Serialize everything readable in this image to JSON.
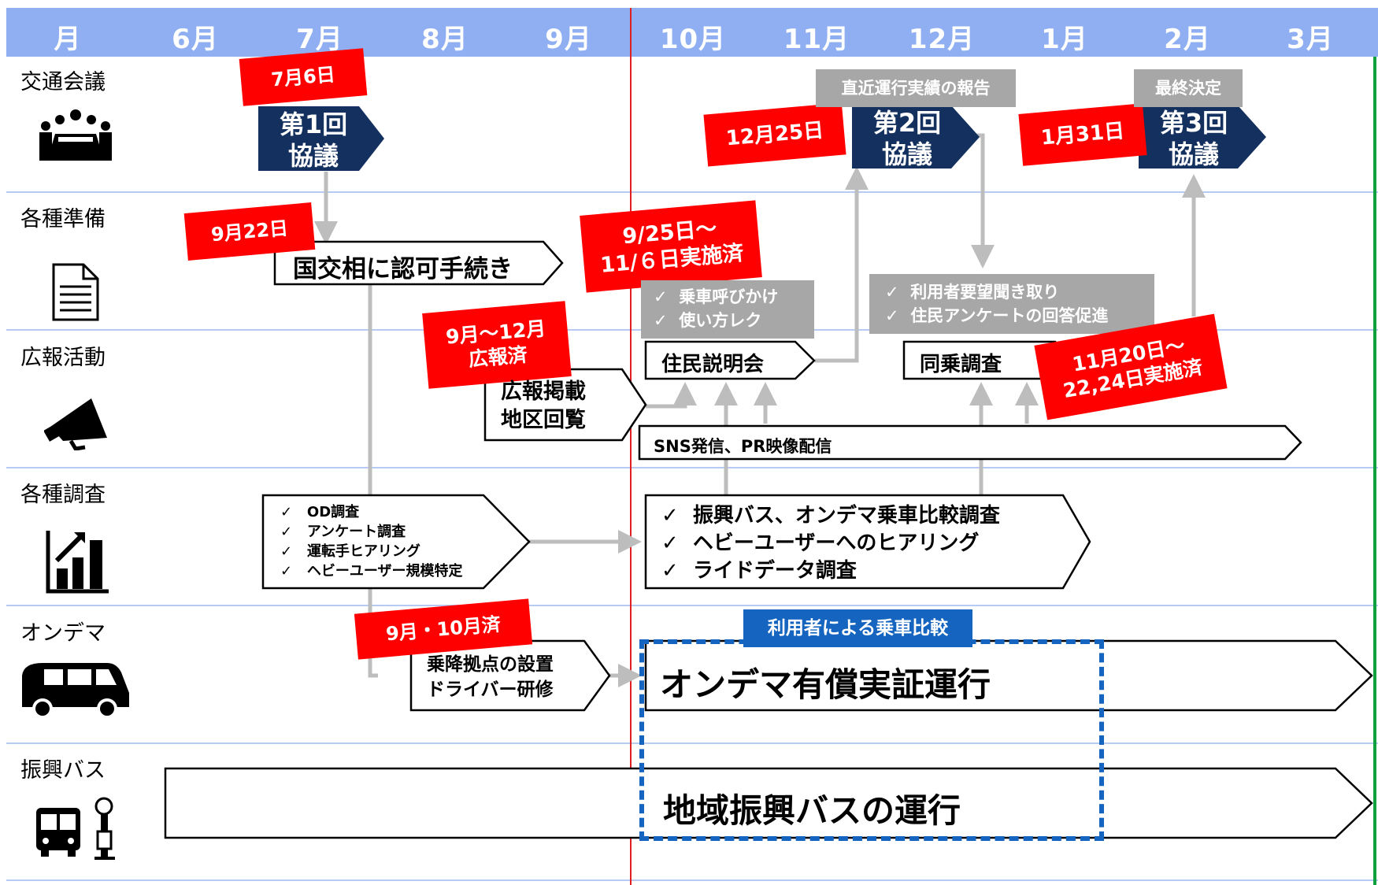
{
  "months": [
    "月",
    "6月",
    "7月",
    "8月",
    "9月",
    "10月",
    "11月",
    "12月",
    "1月",
    "2月",
    "3月"
  ],
  "rows": [
    {
      "label": "交通会議",
      "icon": "meeting-icon"
    },
    {
      "label": "各種準備",
      "icon": "document-icon"
    },
    {
      "label": "広報活動",
      "icon": "megaphone-icon"
    },
    {
      "label": "各種調査",
      "icon": "chart-icon"
    },
    {
      "label": "オンデマ",
      "icon": "van-icon"
    },
    {
      "label": "振興バス",
      "icon": "bus-stop-icon"
    }
  ],
  "meetings": [
    {
      "title": "第1回\n協議",
      "date": "7月6日"
    },
    {
      "title": "第2回\n協議",
      "date": "12月25日",
      "note": "直近運行実績の報告"
    },
    {
      "title": "第3回\n協議",
      "date": "1月31日",
      "note": "最終決定"
    }
  ],
  "prep": {
    "permit": "国交相に認可手続き",
    "permit_date": "9月22日",
    "pr_period": "9/25日～\n11/６日実施済",
    "pr_items": [
      "乗車呼びかけ",
      "使い方レク"
    ],
    "survey_items": [
      "利用者要望聞き取り",
      "住民アンケートの回答促進"
    ]
  },
  "pr": {
    "status": "9月～12月\n広報済",
    "posting": "広報掲載\n地区回覧",
    "briefing": "住民説明会",
    "ride_survey": "同乗調査",
    "ride_survey_date": "11月20日～\n22,24日実施済",
    "sns": "SNS発信、PR映像配信"
  },
  "surveys": {
    "first": [
      "OD調査",
      "アンケート調査",
      "運転手ヒアリング",
      "ヘビーユーザー規模特定"
    ],
    "second": [
      "振興バス、オンデマ乗車比較調査",
      "ヘビーユーザーへのヒアリング",
      "ライドデータ調査"
    ]
  },
  "ondema": {
    "setup": "乗降拠点の設置\nドライバー研修",
    "setup_status": "9月・10月済",
    "main": "オンデマ有償実証運行",
    "compare_tag": "利用者による乗車比較"
  },
  "bus": {
    "main": "地域振興バスの運行"
  },
  "colors": {
    "header": "#8faff2",
    "navy": "#14305e",
    "red": "#ff0000",
    "gray": "#a7a7a7",
    "blue": "#1565c0",
    "today_line": "#e02020"
  }
}
